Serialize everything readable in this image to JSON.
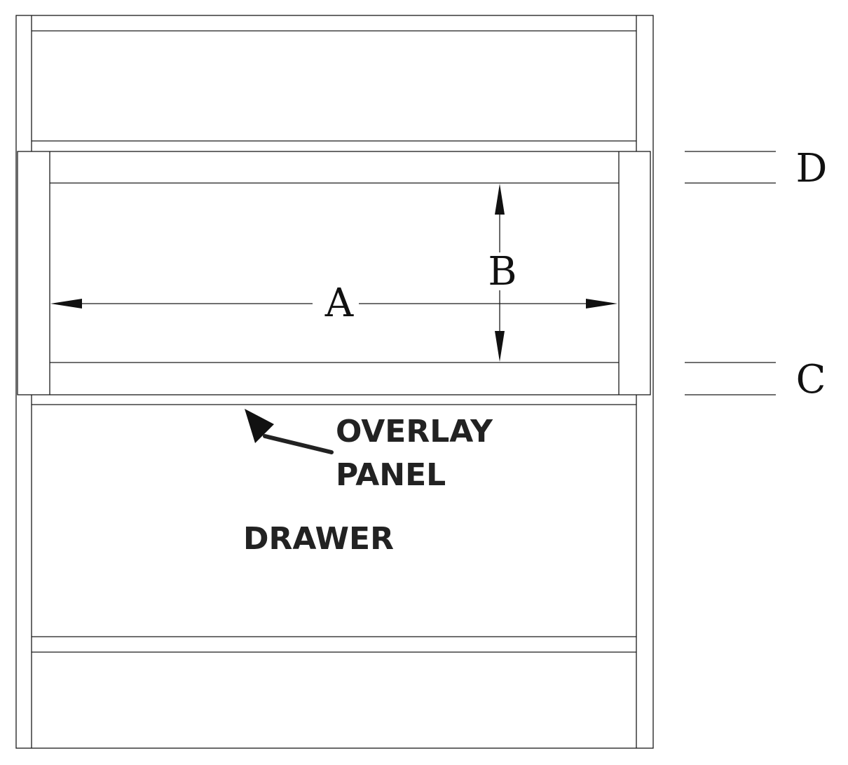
{
  "dimensions": {
    "a": "A",
    "b": "B",
    "c": "C",
    "d": "D"
  },
  "labels": {
    "overlay_line1": "OVERLAY",
    "overlay_line2": "PANEL",
    "drawer": "DRAWER"
  }
}
